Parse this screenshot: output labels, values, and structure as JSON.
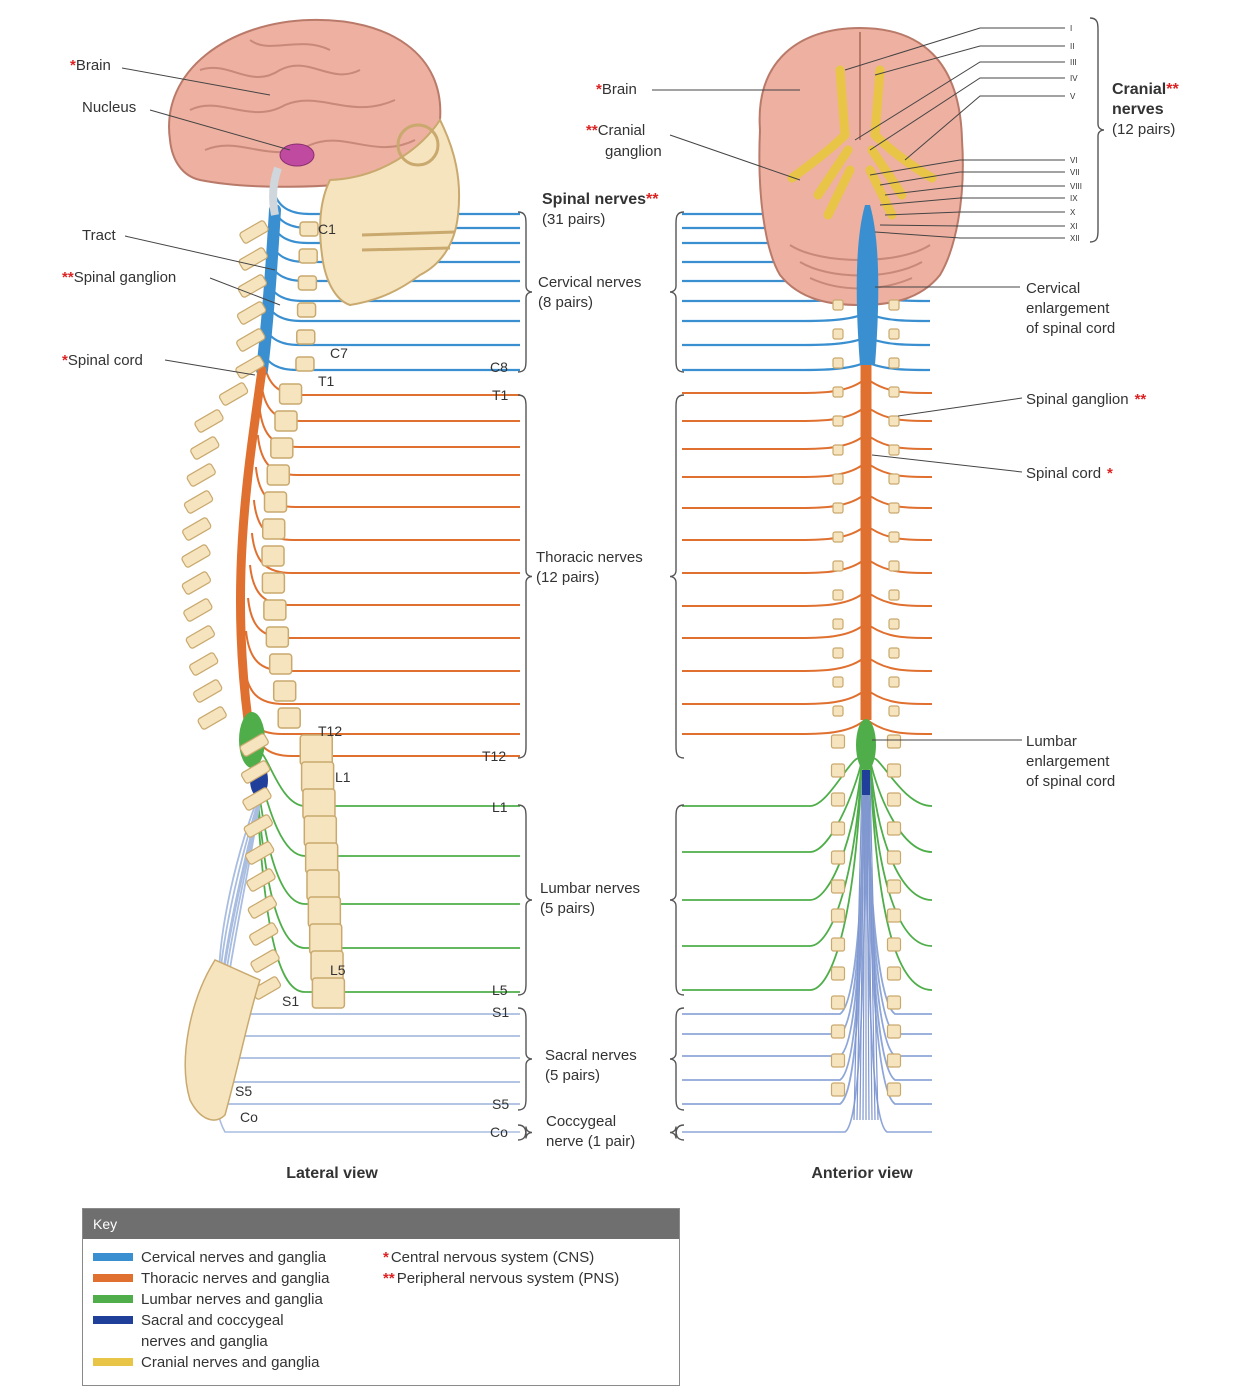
{
  "colors": {
    "cervical": "#3a8fd0",
    "thoracic": "#e07030",
    "lumbar": "#4fae4a",
    "sacral": "#1f3f9a",
    "cranial": "#e8c447",
    "bone": "#f6e4bf",
    "brain": "#eeb0a0",
    "star": "#d22222"
  },
  "views": {
    "lateral": "Lateral view",
    "anterior": "Anterior view"
  },
  "labels": {
    "brain_left": "Brain",
    "nucleus": "Nucleus",
    "tract": "Tract",
    "spinal_ganglion_left": "Spinal ganglion",
    "spinal_cord_left": "Spinal cord",
    "brain_right": "Brain",
    "cranial_ganglion_1": "Cranial",
    "cranial_ganglion_2": "ganglion",
    "cranial_nerves_1": "Cranial",
    "cranial_nerves_2": "nerves",
    "cranial_nerves_3": "(12 pairs)",
    "spinal_nerves": "Spinal nerves",
    "spinal_nerves_count": "(31 pairs)",
    "cervical_nerves_1": "Cervical nerves",
    "cervical_nerves_2": "(8 pairs)",
    "thoracic_nerves_1": "Thoracic nerves",
    "thoracic_nerves_2": "(12 pairs)",
    "lumbar_nerves_1": "Lumbar nerves",
    "lumbar_nerves_2": "(5 pairs)",
    "sacral_nerves_1": "Sacral nerves",
    "sacral_nerves_2": "(5 pairs)",
    "coccygeal_1": "Coccygeal",
    "coccygeal_2": "nerve (1 pair)",
    "cervical_enl_1": "Cervical",
    "cervical_enl_2": "enlargement",
    "cervical_enl_3": "of spinal cord",
    "spinal_ganglion_right": "Spinal ganglion",
    "spinal_cord_right": "Spinal cord",
    "lumbar_enl_1": "Lumbar",
    "lumbar_enl_2": "enlargement",
    "lumbar_enl_3": "of spinal cord",
    "star1": "*",
    "star2": "**"
  },
  "vertebra_marks": {
    "c1": "C1",
    "c7": "C7",
    "t1": "T1",
    "t12": "T12",
    "l1": "L1",
    "l5": "L5",
    "s1": "S1",
    "s5": "S5",
    "co": "Co"
  },
  "nerve_marks": {
    "c8": "C8",
    "t1": "T1",
    "t12": "T12",
    "l1": "L1",
    "l5": "L5",
    "s1": "S1",
    "s5": "S5",
    "co": "Co"
  },
  "cranial_numerals": [
    "I",
    "II",
    "III",
    "IV",
    "V",
    "VI",
    "VII",
    "VIII",
    "IX",
    "X",
    "XI",
    "XII"
  ],
  "key": {
    "title": "Key",
    "items": [
      {
        "label": "Cervical nerves and ganglia",
        "color": "#3a8fd0"
      },
      {
        "label": "Thoracic nerves and ganglia",
        "color": "#e07030"
      },
      {
        "label": "Lumbar nerves and ganglia",
        "color": "#4fae4a"
      },
      {
        "label": "Sacral and coccygeal nerves and ganglia",
        "color": "#1f3f9a"
      },
      {
        "label": "Cranial nerves and ganglia",
        "color": "#e8c447"
      }
    ],
    "cns_star": "*",
    "cns": "Central nervous system (CNS)",
    "pns_star": "**",
    "pns": "Peripheral nervous system (PNS)"
  }
}
